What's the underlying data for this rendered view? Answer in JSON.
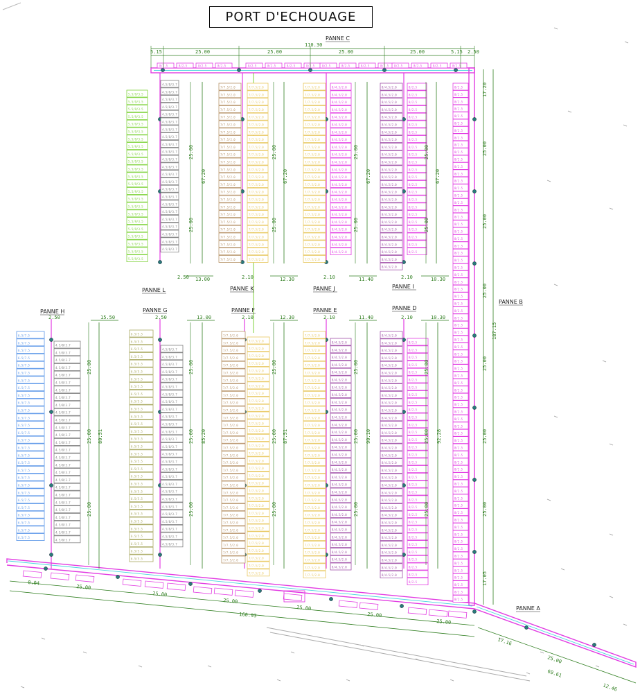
{
  "title": "PORT D'ECHOUAGE",
  "colors": {
    "magenta": "#e23ce2",
    "tan": "#b8946a",
    "yellow": "#e8c860",
    "green": "#7ed23a",
    "blue": "#5a96e8",
    "olive": "#a8a860",
    "purple": "#a050a8",
    "gray": "#808080",
    "dimension": "#2e7d1e",
    "cyan": "#4ad4e0",
    "bollard": "#2a7a7a"
  },
  "panne_labels": {
    "c": "PANNE C",
    "b": "PANNE B",
    "a": "PANNE A",
    "h": "PANNE H",
    "g": "PANNE G",
    "f": "PANNE F",
    "e": "PANNE E",
    "d": "PANNE D",
    "l": "PANNE L",
    "k": "PANNE K",
    "j": "PANNE J",
    "i": "PANNE I"
  },
  "dimensions": {
    "top_total": "110.30",
    "top_end_left": "5.15",
    "top_end_right": "5.15",
    "top_right_gap": "2.50",
    "top_seg": "25.00",
    "b_total": "187.15",
    "b_top": "17.20",
    "b_bottom": "17.05",
    "bottom_total": "160.93",
    "bottom_left": "0.04",
    "bottom_seg": "25.00",
    "a_seg1": "17.16",
    "a_seg2": "69.61",
    "a_seg3": "12.46",
    "a_inner": "25.00",
    "col_upper": [
      "67.20",
      "67.20",
      "67.20",
      "67.20"
    ],
    "col_lower": [
      "85.20",
      "87.51",
      "90.10",
      "92.28"
    ],
    "h_total": "80.51",
    "between_upper": [
      "13.00",
      "12.30",
      "11.40",
      "10.30"
    ],
    "between_lower": [
      "15.50",
      "13.00",
      "12.30",
      "11.40",
      "10.30"
    ],
    "small_upper": [
      "2.50",
      "2.10",
      "2.10",
      "2.10"
    ],
    "small_lower": [
      "2.50",
      "2.50",
      "2.10",
      "2.10",
      "2.10"
    ],
    "seg": "25.00",
    "small_end": "2.50"
  },
  "slot_codes": {
    "pink": "8/2.5",
    "tan": "7/7.5/2.0",
    "yellow": "7/7.5/2.0",
    "green": "5.5/9/3.5",
    "blue": "6.5/7.5",
    "olive": "6.5/5.5",
    "purple": "8/4.5/2.0",
    "gray": "4.5/8/3.7"
  }
}
